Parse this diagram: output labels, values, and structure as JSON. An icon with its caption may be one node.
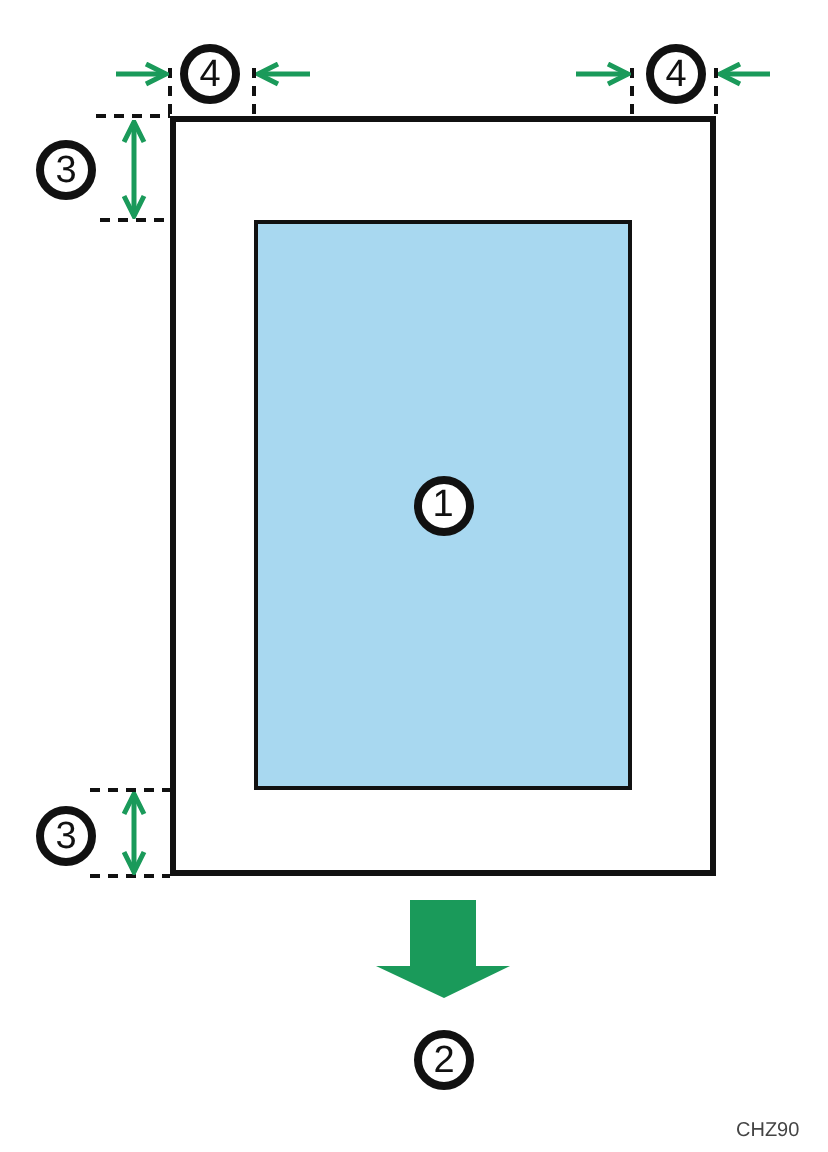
{
  "diagram": {
    "nodes": [
      {
        "text": [],
        "shape": "box"
      },
      {
        "text": [
          "1"
        ],
        "in": 0
      }
    ],
    "labels": [
      "4",
      "4",
      "3",
      "3",
      "2",
      "CHZ90"
    ]
  }
}
